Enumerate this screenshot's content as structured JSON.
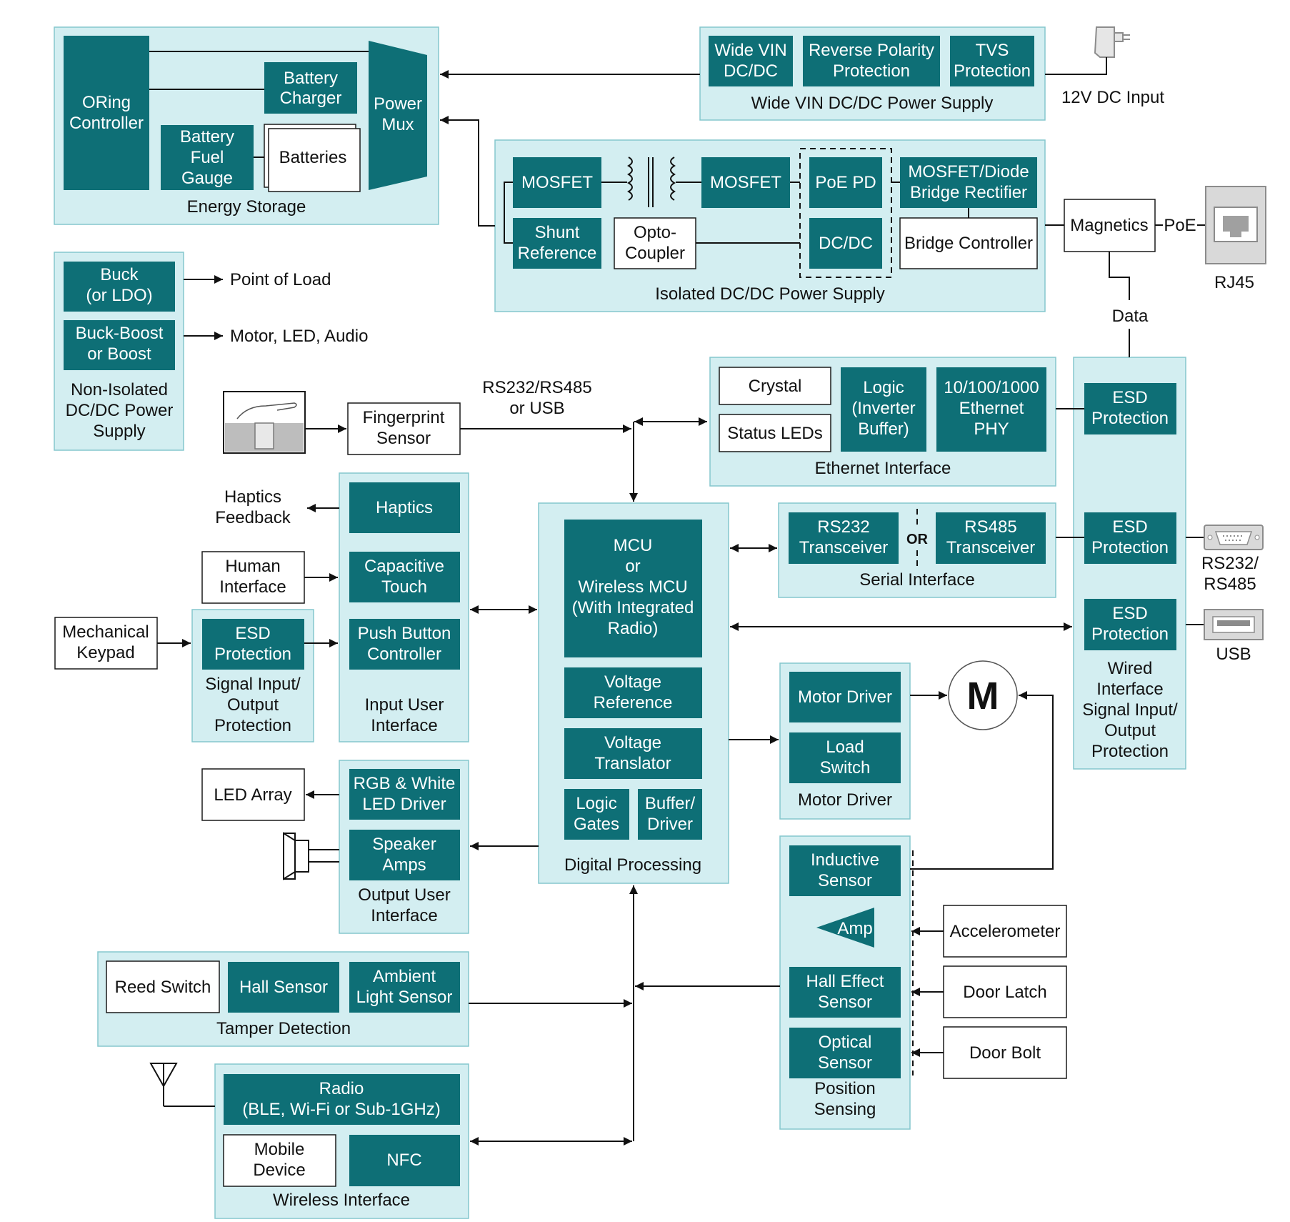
{
  "colors": {
    "block": "#0e6f76",
    "group": "#d3eef1",
    "group_border": "#85c7cd",
    "line": "#111111"
  },
  "energy_storage": {
    "title": "Energy Storage",
    "oring": [
      "ORing",
      "Controller"
    ],
    "charger": [
      "Battery",
      "Charger"
    ],
    "fuel_gauge": [
      "Battery",
      "Fuel",
      "Gauge"
    ],
    "batteries": "Batteries",
    "power_mux": [
      "Power",
      "Mux"
    ]
  },
  "wide_vin": {
    "title": "Wide VIN DC/DC Power Supply",
    "dcdc": [
      "Wide VIN",
      "DC/DC"
    ],
    "reverse": [
      "Reverse Polarity",
      "Protection"
    ],
    "tvs": [
      "TVS",
      "Protection"
    ],
    "input_label": "12V DC Input",
    "adapter_icon": "power-adapter-icon"
  },
  "isolated": {
    "title": "Isolated DC/DC Power Supply",
    "mosfet1": "MOSFET",
    "shunt": [
      "Shunt",
      "Reference"
    ],
    "opto": [
      "Opto-",
      "Coupler"
    ],
    "mosfet2": "MOSFET",
    "poe_pd": "PoE PD",
    "dcdc": "DC/DC",
    "bridge_rect": [
      "MOSFET/Diode",
      "Bridge Rectifier"
    ],
    "bridge_ctrl": "Bridge Controller",
    "transformer_icon": "transformer-icon"
  },
  "network": {
    "magnetics": "Magnetics",
    "poe": "PoE",
    "rj45": "RJ45",
    "data": "Data",
    "rj45_icon": "rj45-jack-icon"
  },
  "non_isolated": {
    "title": [
      "Non-Isolated",
      "DC/DC Power",
      "Supply"
    ],
    "buck": [
      "Buck",
      "(or LDO)"
    ],
    "buckboost": [
      "Buck-Boost",
      "or Boost"
    ],
    "out1": "Point of Load",
    "out2": "Motor, LED, Audio"
  },
  "fingerprint": {
    "sensor": [
      "Fingerprint",
      "Sensor"
    ],
    "link": [
      "RS232/RS485",
      "or USB"
    ],
    "icon": "fingerprint-reader-icon"
  },
  "ethernet": {
    "title": "Ethernet Interface",
    "crystal": "Crystal",
    "status_leds": "Status LEDs",
    "logic": [
      "Logic",
      "(Inverter",
      "Buffer)"
    ],
    "phy": [
      "10/100/1000",
      "Ethernet",
      "PHY"
    ]
  },
  "wired": {
    "title": [
      "Wired",
      "Interface",
      "Signal Input/",
      "Output",
      "Protection"
    ],
    "esd": [
      "ESD",
      "Protection"
    ],
    "rs_label": [
      "RS232/",
      "RS485"
    ],
    "usb_label": "USB",
    "db9_icon": "db9-connector-icon",
    "usb_icon": "usb-port-icon"
  },
  "serial": {
    "title": "Serial Interface",
    "rs232": [
      "RS232",
      "Transceiver"
    ],
    "rs485": [
      "RS485",
      "Transceiver"
    ],
    "or": "OR"
  },
  "input_ui": {
    "title": [
      "Input User",
      "Interface"
    ],
    "haptics": "Haptics",
    "cap_touch": [
      "Capacitive",
      "Touch"
    ],
    "push_button": [
      "Push Button",
      "Controller"
    ],
    "haptics_feedback": [
      "Haptics",
      "Feedback"
    ],
    "human_interface": [
      "Human",
      "Interface"
    ]
  },
  "keypad": {
    "mechanical": [
      "Mechanical",
      "Keypad"
    ],
    "group_title": [
      "Signal Input/",
      "Output",
      "Protection"
    ],
    "esd": [
      "ESD",
      "Protection"
    ]
  },
  "digital": {
    "title": "Digital Processing",
    "mcu": [
      "MCU",
      "or",
      "Wireless MCU",
      "(With Integrated",
      "Radio)"
    ],
    "vref": [
      "Voltage",
      "Reference"
    ],
    "vtrans": [
      "Voltage",
      "Translator"
    ],
    "logic_gates": [
      "Logic",
      "Gates"
    ],
    "buffer": [
      "Buffer/",
      "Driver"
    ]
  },
  "motor": {
    "title": "Motor Driver",
    "driver": "Motor Driver",
    "load_switch": [
      "Load",
      "Switch"
    ],
    "m": "M"
  },
  "output_ui": {
    "title": [
      "Output User",
      "Interface"
    ],
    "rgb": [
      "RGB & White",
      "LED Driver"
    ],
    "speaker": [
      "Speaker",
      "Amps"
    ],
    "led_array": "LED Array",
    "speaker_icon": "speaker-icon"
  },
  "position": {
    "title": [
      "Position",
      "Sensing"
    ],
    "inductive": [
      "Inductive",
      "Sensor"
    ],
    "amp": "Amp",
    "hall": [
      "Hall Effect",
      "Sensor"
    ],
    "optical": [
      "Optical",
      "Sensor"
    ],
    "accel": "Accelerometer",
    "door_latch": "Door Latch",
    "door_bolt": "Door Bolt"
  },
  "tamper": {
    "title": "Tamper Detection",
    "reed": "Reed Switch",
    "hall": "Hall Sensor",
    "ambient": [
      "Ambient",
      "Light Sensor"
    ]
  },
  "wireless": {
    "title": "Wireless Interface",
    "radio": [
      "Radio",
      "(BLE, Wi-Fi or Sub-1GHz)"
    ],
    "mobile": [
      "Mobile",
      "Device"
    ],
    "nfc": "NFC",
    "antenna_icon": "antenna-icon"
  }
}
